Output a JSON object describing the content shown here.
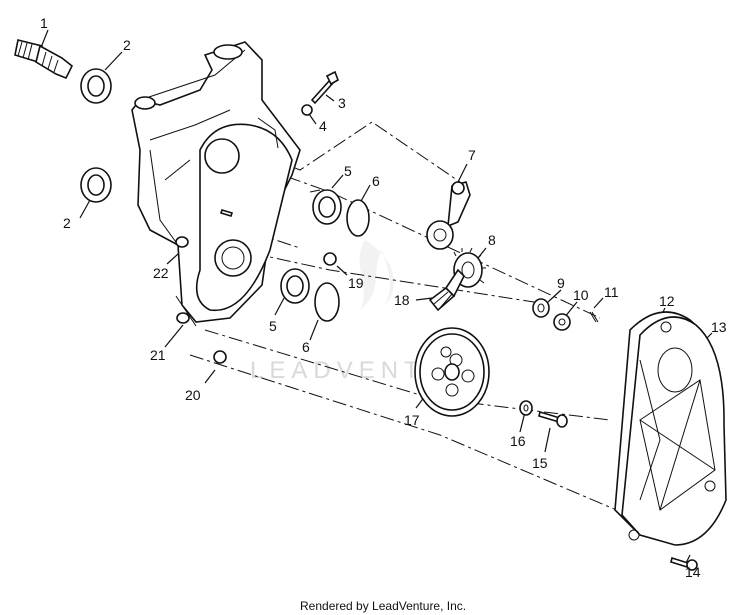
{
  "callouts": {
    "c1": "1",
    "c2a": "2",
    "c2b": "2",
    "c3": "3",
    "c4": "4",
    "c5a": "5",
    "c5b": "5",
    "c6a": "6",
    "c6b": "6",
    "c7": "7",
    "c8": "8",
    "c9": "9",
    "c10": "10",
    "c11": "11",
    "c12": "12",
    "c13": "13",
    "c14": "14",
    "c15": "15",
    "c16": "16",
    "c17": "17",
    "c18": "18",
    "c19": "19",
    "c20": "20",
    "c21": "21",
    "c22": "22"
  },
  "watermark": "LEADVENTURE",
  "footer": "Rendered by LeadVenture, Inc."
}
